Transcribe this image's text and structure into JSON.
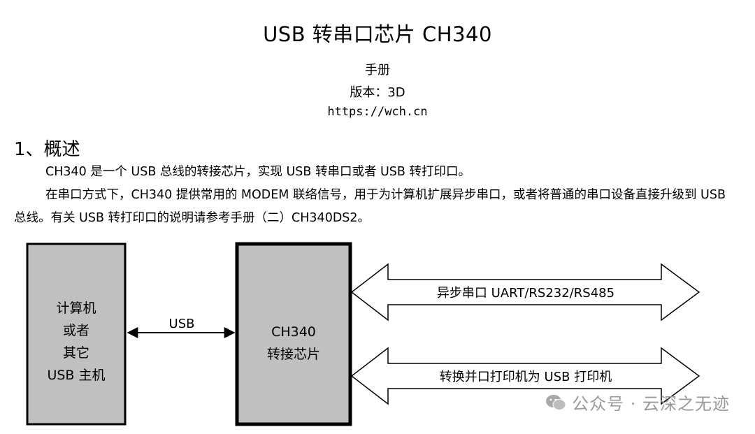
{
  "document": {
    "title": "USB 转串口芯片 CH340",
    "subtitle": "手册",
    "version": "版本：3D",
    "url": "https://wch.cn"
  },
  "section": {
    "heading": "1、概述",
    "paragraph1": "CH340 是一个 USB 总线的转接芯片，实现 USB 转串口或者 USB 转打印口。",
    "paragraph2": "在串口方式下，CH340 提供常用的 MODEM 联络信号，用于为计算机扩展异步串口，或者将普通的串口设备直接升级到 USB 总线。有关 USB 转打印口的说明请参考手册（二）CH340DS2。"
  },
  "diagram": {
    "host_box": [
      "计算机",
      "或者",
      "其它",
      "USB 主机"
    ],
    "link_label": "USB",
    "chip_box": [
      "CH340",
      "转接芯片"
    ],
    "arrow_top_label": "异步串口 UART/RS232/RS485",
    "arrow_bottom_label": "转换并口打印机为 USB 打印机",
    "box_fill": "#c0c0c0"
  },
  "watermark": {
    "text": "公众号 · 云深之无迹"
  }
}
